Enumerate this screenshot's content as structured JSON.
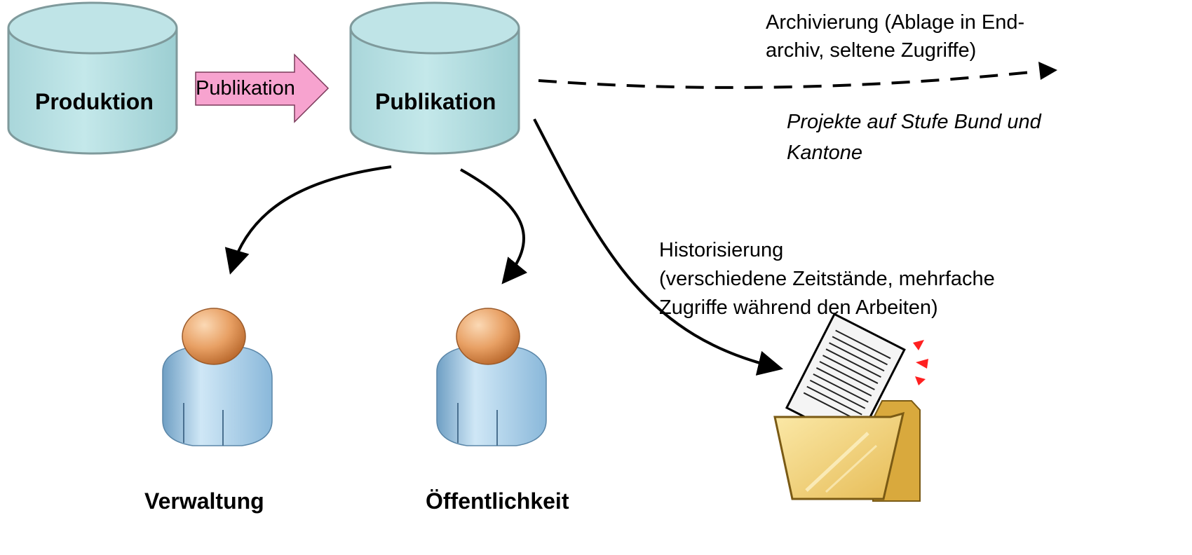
{
  "nodes": {
    "produktion": "Produktion",
    "publikation_db": "Publikation",
    "verwaltung": "Verwaltung",
    "oeffentlichkeit": "Öffentlichkeit"
  },
  "arrow_label": "Publikation",
  "archivierung": {
    "line1": "Archivierung (Ablage in End-",
    "line2": "archiv, seltene Zugriffe)"
  },
  "projekte": {
    "line1": "Projekte auf Stufe Bund und",
    "line2": "Kantone"
  },
  "historisierung": {
    "line1": "Historisierung",
    "line2": "(verschiedene Zeitstände, mehrfache",
    "line3": "Zugriffe während den Arbeiten)"
  },
  "colors": {
    "cylinder_fill": "#b7e0e3",
    "cylinder_stroke": "#7f9a9c",
    "arrow_fill": "#f7a3cf",
    "arrow_stroke": "#7a3a5a",
    "person_head": "#e8a064",
    "person_body": "#9fc9e6",
    "folder": "#f2d27a",
    "alert": "#ff2020"
  },
  "icons": [
    "database-cylinder-icon",
    "person-icon",
    "folder-document-icon"
  ]
}
